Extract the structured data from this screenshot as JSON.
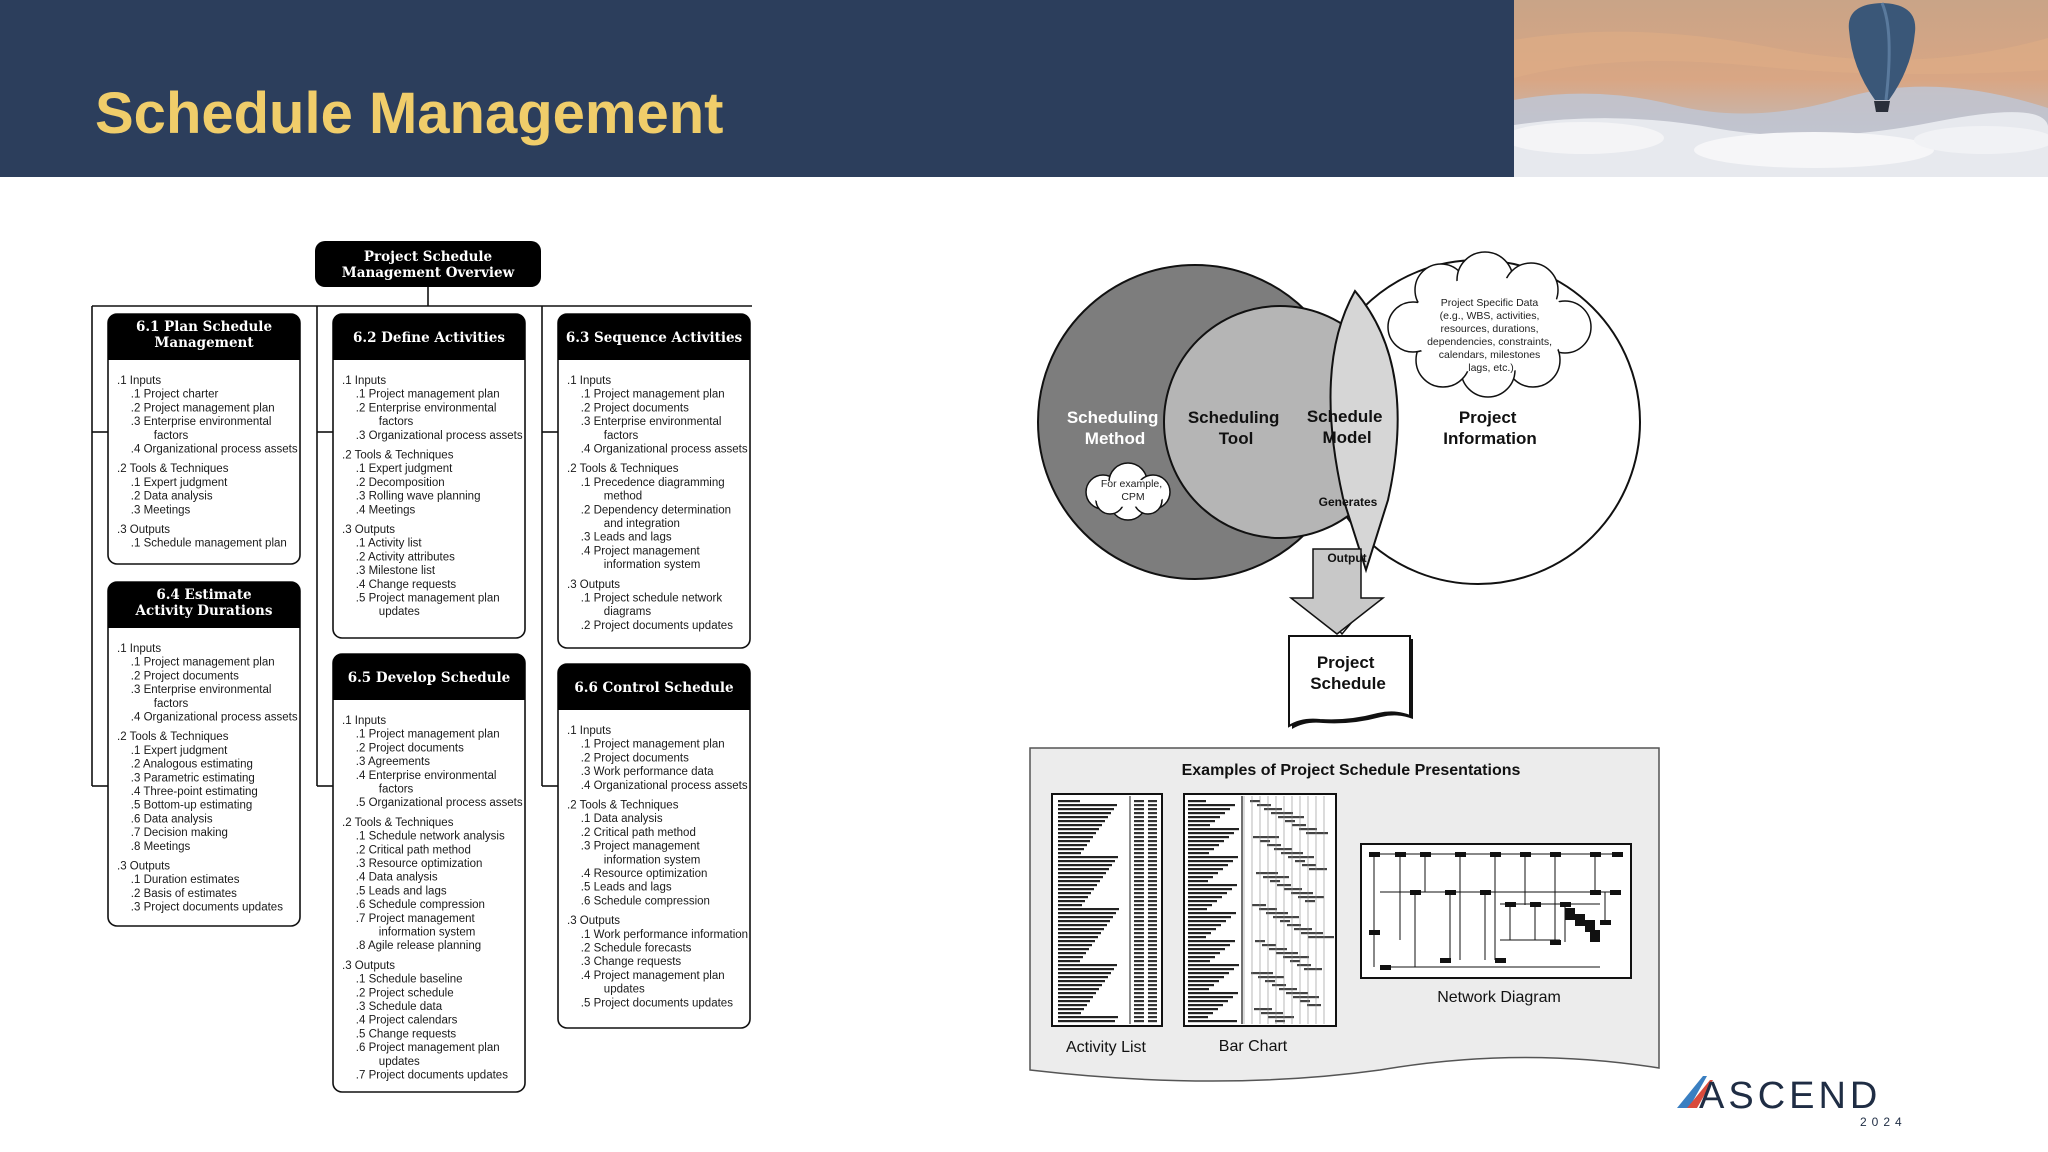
{
  "slide": {
    "title": "Schedule Management"
  },
  "overview": {
    "title_lines": [
      "Project Schedule",
      "Management Overview"
    ],
    "processes": [
      {
        "name_lines": [
          "6.1 Plan Schedule",
          "Management"
        ],
        "items": [
          ".1  Inputs",
          "   .1  Project charter",
          "   .2  Project management plan",
          "   .3  Enterprise environmental",
          "        factors",
          "   .4  Organizational process assets",
          ".2  Tools & Techniques",
          "   .1  Expert judgment",
          "   .2  Data analysis",
          "   .3  Meetings",
          ".3  Outputs",
          "   .1  Schedule management plan"
        ]
      },
      {
        "name_lines": [
          "6.2 Define Activities"
        ],
        "items": [
          ".1  Inputs",
          "   .1  Project management plan",
          "   .2  Enterprise environmental",
          "        factors",
          "   .3  Organizational process assets",
          ".2  Tools & Techniques",
          "   .1  Expert judgment",
          "   .2  Decomposition",
          "   .3  Rolling wave planning",
          "   .4  Meetings",
          ".3  Outputs",
          "   .1  Activity list",
          "   .2  Activity attributes",
          "   .3  Milestone list",
          "   .4  Change requests",
          "   .5  Project management plan",
          "        updates"
        ]
      },
      {
        "name_lines": [
          "6.3 Sequence Activities"
        ],
        "items": [
          ".1  Inputs",
          "   .1  Project management plan",
          "   .2  Project documents",
          "   .3  Enterprise environmental",
          "        factors",
          "   .4  Organizational process assets",
          ".2  Tools & Techniques",
          "   .1  Precedence diagramming",
          "        method",
          "   .2  Dependency determination",
          "        and integration",
          "   .3  Leads and lags",
          "   .4  Project management",
          "        information system",
          ".3  Outputs",
          "   .1  Project schedule network",
          "        diagrams",
          "   .2  Project documents updates"
        ]
      },
      {
        "name_lines": [
          "6.4 Estimate",
          "Activity Durations"
        ],
        "items": [
          ".1  Inputs",
          "   .1  Project management plan",
          "   .2  Project documents",
          "   .3  Enterprise environmental",
          "        factors",
          "   .4  Organizational process assets",
          ".2  Tools & Techniques",
          "   .1  Expert judgment",
          "   .2  Analogous estimating",
          "   .3  Parametric estimating",
          "   .4  Three-point estimating",
          "   .5  Bottom-up estimating",
          "   .6  Data analysis",
          "   .7  Decision making",
          "   .8  Meetings",
          ".3  Outputs",
          "   .1  Duration estimates",
          "   .2  Basis of estimates",
          "   .3  Project documents updates"
        ]
      },
      {
        "name_lines": [
          "6.5 Develop Schedule"
        ],
        "items": [
          ".1  Inputs",
          "   .1  Project management plan",
          "   .2  Project documents",
          "   .3  Agreements",
          "   .4  Enterprise environmental",
          "        factors",
          "   .5 Organizational process assets",
          ".2  Tools & Techniques",
          "   .1  Schedule network analysis",
          "   .2  Critical path method",
          "   .3  Resource optimization",
          "   .4  Data analysis",
          "   .5  Leads and lags",
          "   .6  Schedule compression",
          "   .7  Project management",
          "        information system",
          "   .8  Agile release planning",
          ".3  Outputs",
          "   .1  Schedule baseline",
          "   .2  Project schedule",
          "   .3  Schedule data",
          "   .4  Project calendars",
          "   .5  Change requests",
          "   .6  Project management plan",
          "        updates",
          "   .7  Project documents updates"
        ]
      },
      {
        "name_lines": [
          "6.6 Control Schedule"
        ],
        "items": [
          ".1  Inputs",
          "   .1  Project management plan",
          "   .2  Project documents",
          "   .3  Work performance data",
          "   .4  Organizational process assets",
          ".2  Tools & Techniques",
          "   .1  Data analysis",
          "   .2  Critical path method",
          "   .3  Project management",
          "        information system",
          "   .4  Resource optimization",
          "   .5  Leads and lags",
          "   .6  Schedule compression",
          ".3  Outputs",
          "   .1  Work performance information",
          "   .2  Schedule forecasts",
          "   .3  Change requests",
          "   .4  Project management plan",
          "        updates",
          "   .5  Project documents updates"
        ]
      }
    ]
  },
  "schedule_diagram": {
    "circles": [
      {
        "label_lines": [
          "Scheduling",
          "Method"
        ]
      },
      {
        "label_lines": [
          "Scheduling",
          "Tool"
        ]
      },
      {
        "label_lines": [
          "Schedule",
          "Model"
        ]
      },
      {
        "label_lines": [
          "Project",
          "Information"
        ]
      }
    ],
    "method_cloud_lines": [
      "For example,",
      "CPM"
    ],
    "info_cloud_lines": [
      "Project Specific Data",
      "(e.g., WBS, activities,",
      "resources, durations,",
      "dependencies, constraints,",
      "calendars, milestones",
      "lags, etc.)"
    ],
    "generates_label": "Generates",
    "output_label": "Output",
    "schedule_lines": [
      "Project",
      "Schedule"
    ],
    "examples_title": "Examples of Project Schedule Presentations",
    "presentations": [
      "Activity List",
      "Bar Chart",
      "Network Diagram"
    ],
    "colors": {
      "method": "#7d7d7d",
      "tool": "#b5b5b5",
      "model": "#d6d6d6",
      "panel": "#ececec"
    }
  },
  "logo": {
    "wordmark": "ASCEND",
    "year": "2024"
  }
}
